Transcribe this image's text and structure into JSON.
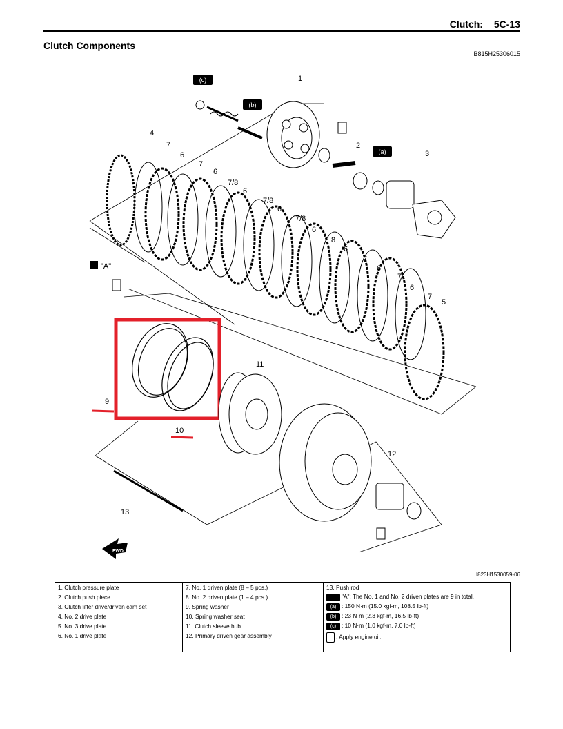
{
  "header": {
    "section": "Clutch:",
    "page": "5C-13"
  },
  "title": "Clutch Components",
  "figure_ids": {
    "top": "B815H25306015",
    "bottom": "I823H1530059-06"
  },
  "callouts": {
    "c1": "1",
    "c2": "2",
    "c3": "3",
    "c4": "4",
    "c5": "5",
    "c6a": "6",
    "c6b": "6",
    "c6c": "6",
    "c6d": "6",
    "c6e": "6",
    "c6f": "6",
    "c6g": "6",
    "c7a": "7",
    "c7b": "7",
    "c7c": "7",
    "c7d": "7",
    "c7e": "7",
    "c78a": "7/8",
    "c78b": "7/8",
    "c78c": "7/8",
    "c8": "8",
    "c9": "9",
    "c10": "10",
    "c11": "11",
    "c12": "12",
    "c13": "13",
    "torque_a": "(a)",
    "torque_b": "(b)",
    "torque_c": "(c)",
    "note_a": "\"A\"",
    "fwd": "FWD"
  },
  "legend": {
    "col1": [
      "1.  Clutch pressure plate",
      "2.  Clutch push piece",
      "3.  Clutch lifter drive/driven cam set",
      "4.  No. 2 drive plate",
      "5.  No. 3 drive plate",
      "6.  No. 1 drive plate"
    ],
    "col2": [
      "7.  No. 1 driven plate (8 – 5 pcs.)",
      "8.  No. 2 driven plate (1 – 4 pcs.)",
      "9.  Spring washer",
      "10.  Spring washer seat",
      "11.  Clutch sleeve hub",
      "12.  Primary driven gear assembly"
    ],
    "col3": [
      "13.  Push rod",
      "\"A\":  The No. 1 and No. 2 driven plates are 9 in total.",
      ":  150 N·m (15.0 kgf-m, 108.5 lb-ft)",
      ":  23 N·m (2.3 kgf-m, 16.5 lb-ft)",
      ":  10 N·m (1.0 kgf-m, 7.0 lb-ft)",
      ":  Apply engine oil."
    ],
    "icons": {
      "a": "(a)",
      "b": "(b)",
      "c": "(c)"
    }
  },
  "highlight_color": "#e3202a"
}
